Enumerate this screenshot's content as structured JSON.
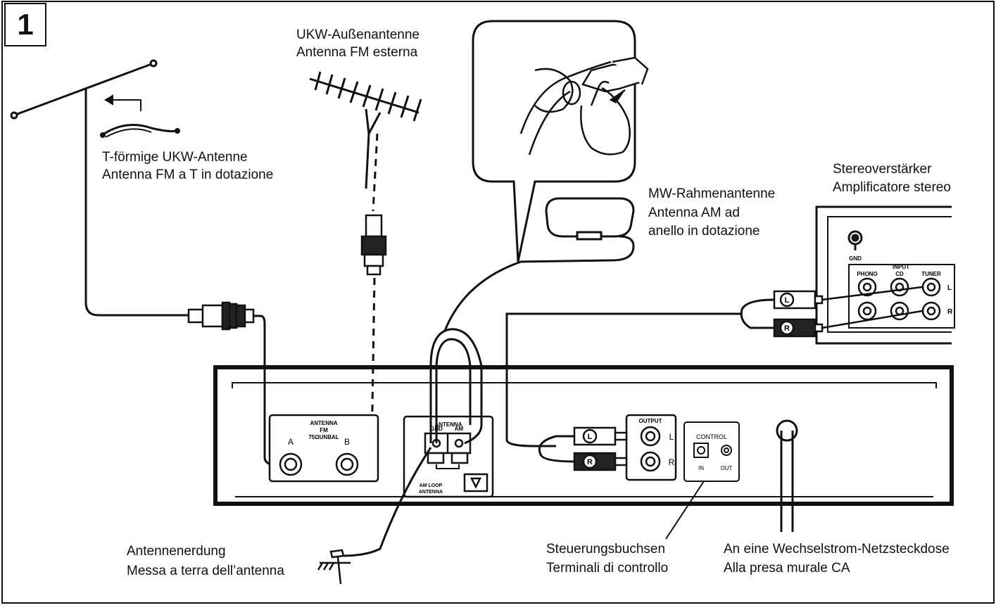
{
  "step_number": "1",
  "labels": {
    "ukw_outdoor": [
      "UKW-Außenantenne",
      "Antenna FM esterna"
    ],
    "t_antenna": [
      "T-förmige UKW-Antenne",
      "Antenna FM a T in dotazione"
    ],
    "mw_loop": [
      "MW-Rahmenantenne",
      "Antenna AM ad",
      "anello in dotazione"
    ],
    "amplifier": [
      "Stereoverstärker",
      "Amplificatore stereo"
    ],
    "ground": [
      "Antennenerdung",
      "Messa a terra dell’antenna"
    ],
    "control": [
      "Steuerungsbuchsen",
      "Terminali di controllo"
    ],
    "ac_outlet": [
      "An eine Wechselstrom-Netzsteckdose",
      "Alla presa murale CA"
    ]
  },
  "panel": {
    "fm_antenna_title": "ANTENNA",
    "fm_sub": "FM",
    "fm_imp": "75ΩUNBAL",
    "fm_a": "A",
    "fm_b": "B",
    "am_title": "ANTENNA",
    "gnd": "GND",
    "am": "AM",
    "am_loop_1": "AM   LOOP",
    "am_loop_2": "ANTENNA",
    "output": "OUTPUT",
    "out_l": "L",
    "out_r": "R",
    "control": "CONTROL",
    "ctrl_in": "IN",
    "ctrl_out": "OUT",
    "plug_l": "L",
    "plug_r": "R"
  },
  "amp_panel": {
    "gnd": "GND",
    "input": "INPUT",
    "phono": "PHONO",
    "cd": "CD",
    "tuner": "TUNER",
    "l": "L",
    "r": "R"
  }
}
